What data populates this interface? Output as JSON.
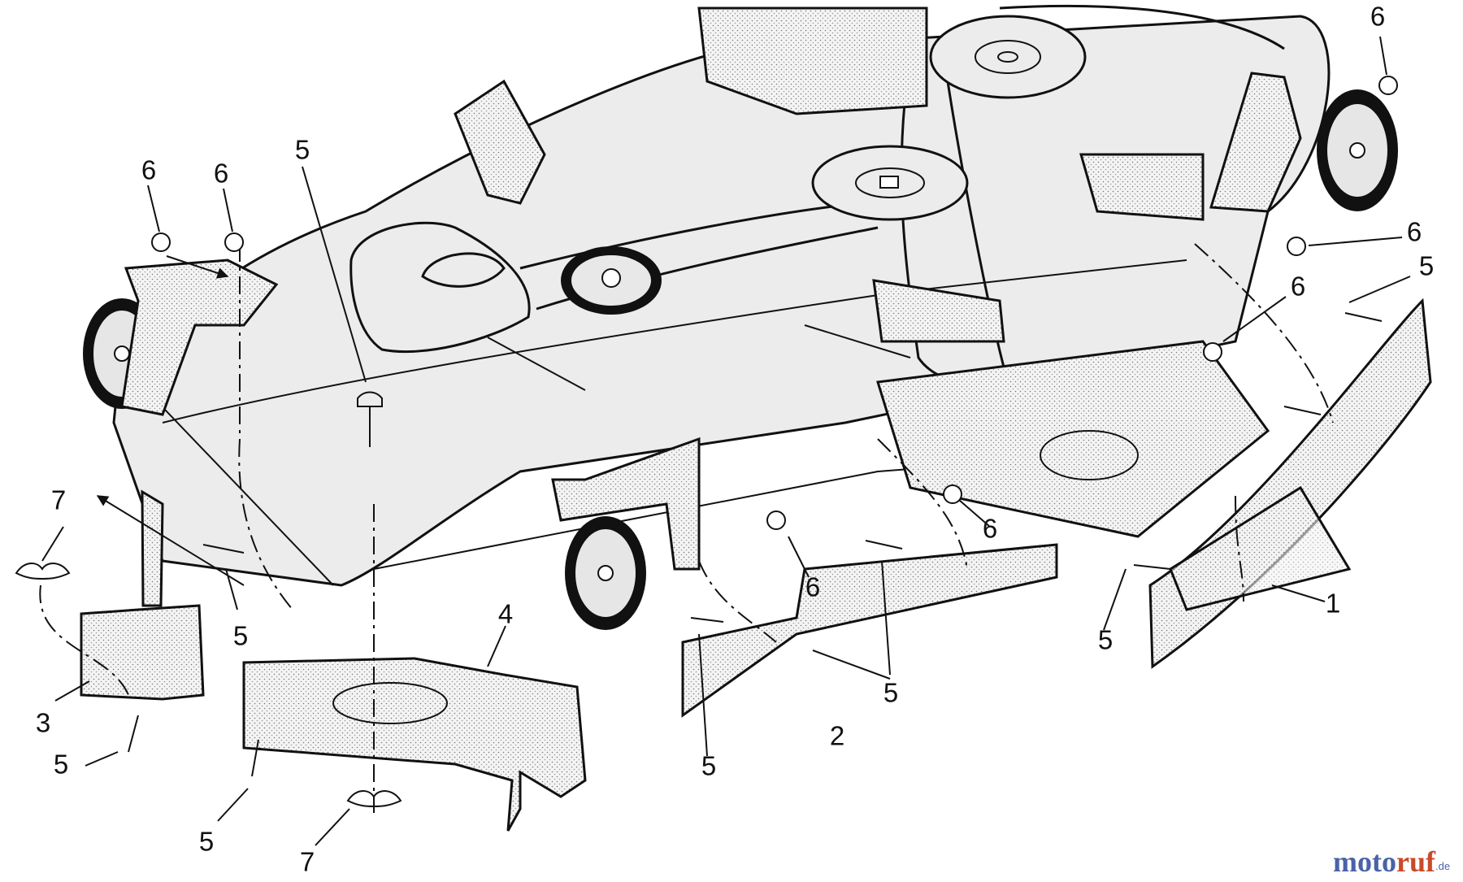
{
  "callouts": [
    {
      "id": "c-6-a",
      "text": "6"
    },
    {
      "id": "c-6-b",
      "text": "6"
    },
    {
      "id": "c-5-a",
      "text": "5"
    },
    {
      "id": "c-6-c",
      "text": "6"
    },
    {
      "id": "c-6-d",
      "text": "6"
    },
    {
      "id": "c-5-b",
      "text": "5"
    },
    {
      "id": "c-6-e",
      "text": "6"
    },
    {
      "id": "c-7-a",
      "text": "7"
    },
    {
      "id": "c-5-c",
      "text": "5"
    },
    {
      "id": "c-4",
      "text": "4"
    },
    {
      "id": "c-3",
      "text": "3"
    },
    {
      "id": "c-5-d",
      "text": "5"
    },
    {
      "id": "c-5-e",
      "text": "5"
    },
    {
      "id": "c-7-b",
      "text": "7"
    },
    {
      "id": "c-6-f",
      "text": "6"
    },
    {
      "id": "c-6-g",
      "text": "6"
    },
    {
      "id": "c-5-f",
      "text": "5"
    },
    {
      "id": "c-2",
      "text": "2"
    },
    {
      "id": "c-5-g",
      "text": "5"
    },
    {
      "id": "c-5-h",
      "text": "5"
    },
    {
      "id": "c-1",
      "text": "1"
    }
  ],
  "watermark": {
    "brand_a": "moto",
    "brand_b": "ruf",
    "suffix": ".de"
  },
  "colors": {
    "line": "#111111",
    "deck": "#ececec",
    "brand_blue": "#4a63a8",
    "brand_red": "#c94a2a"
  }
}
